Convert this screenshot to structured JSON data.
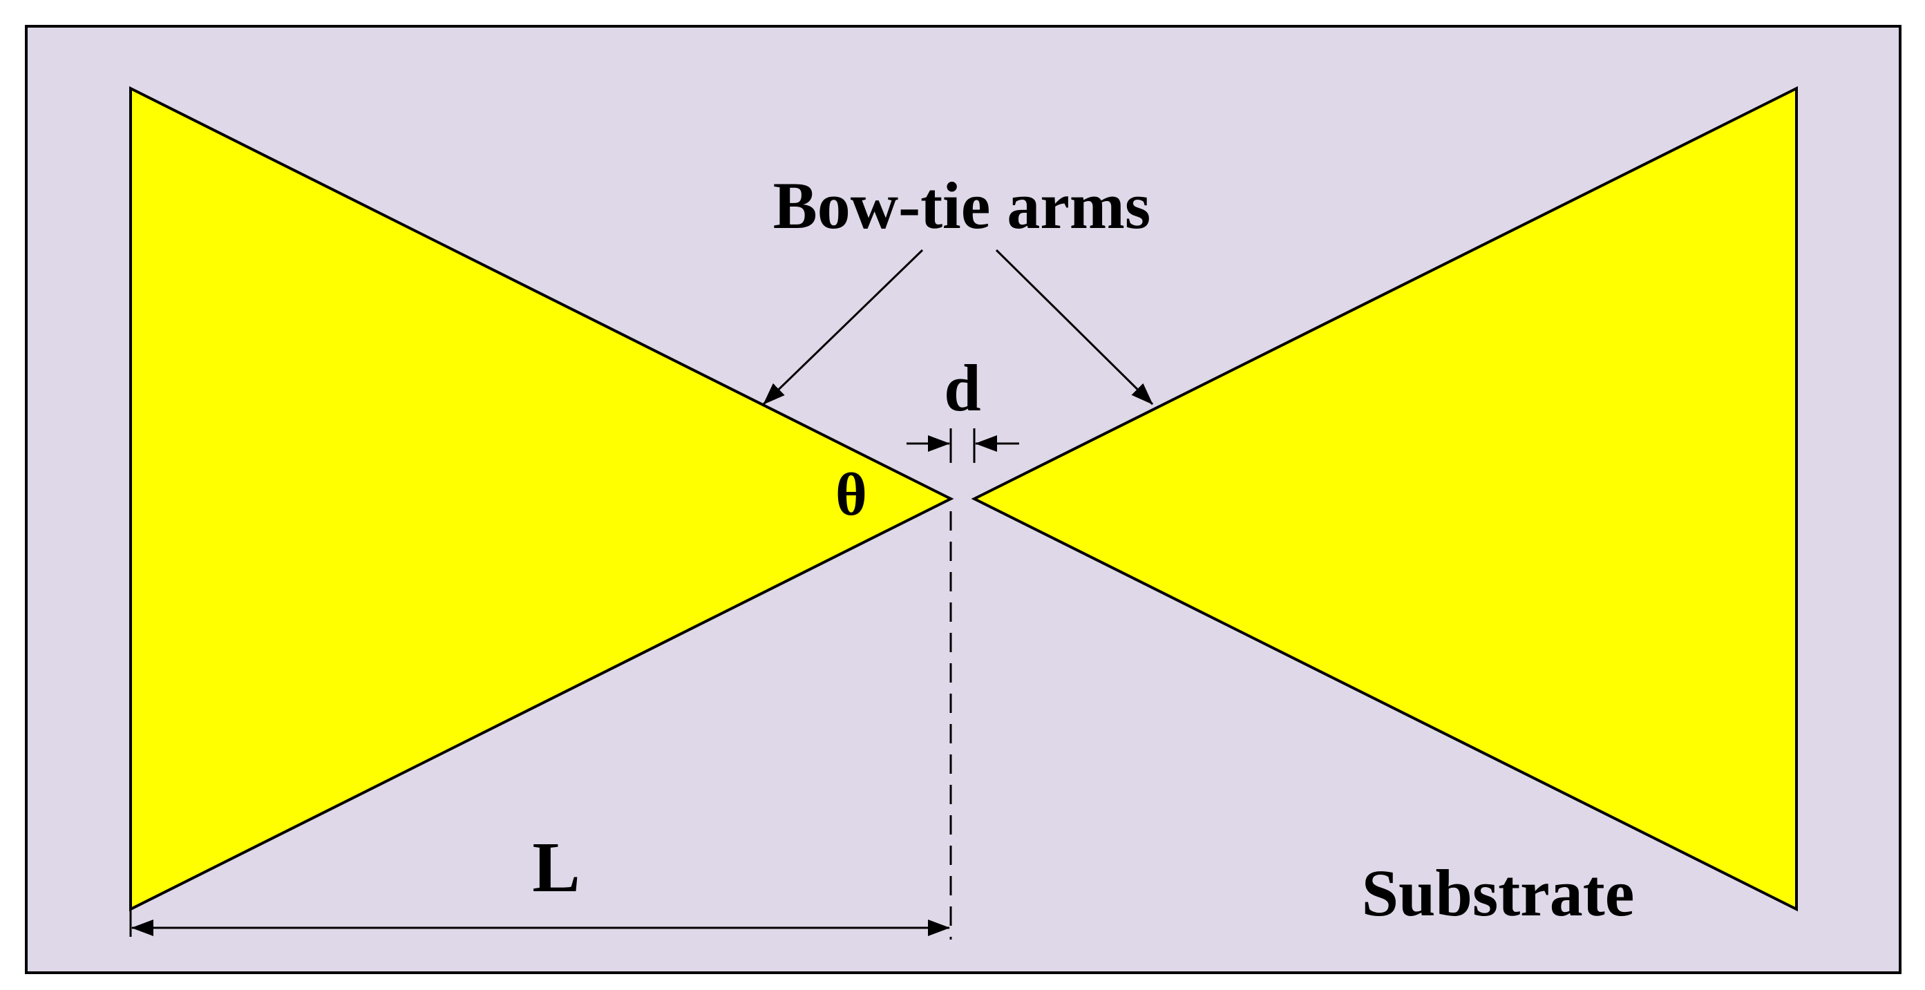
{
  "labels": {
    "arms": "Bow-tie arms",
    "gap": "d",
    "angle": "θ",
    "length": "L",
    "substrate": "Substrate"
  },
  "colors": {
    "substrate": "#dfd8e8",
    "arm": "#ffff00",
    "stroke": "#000000"
  }
}
